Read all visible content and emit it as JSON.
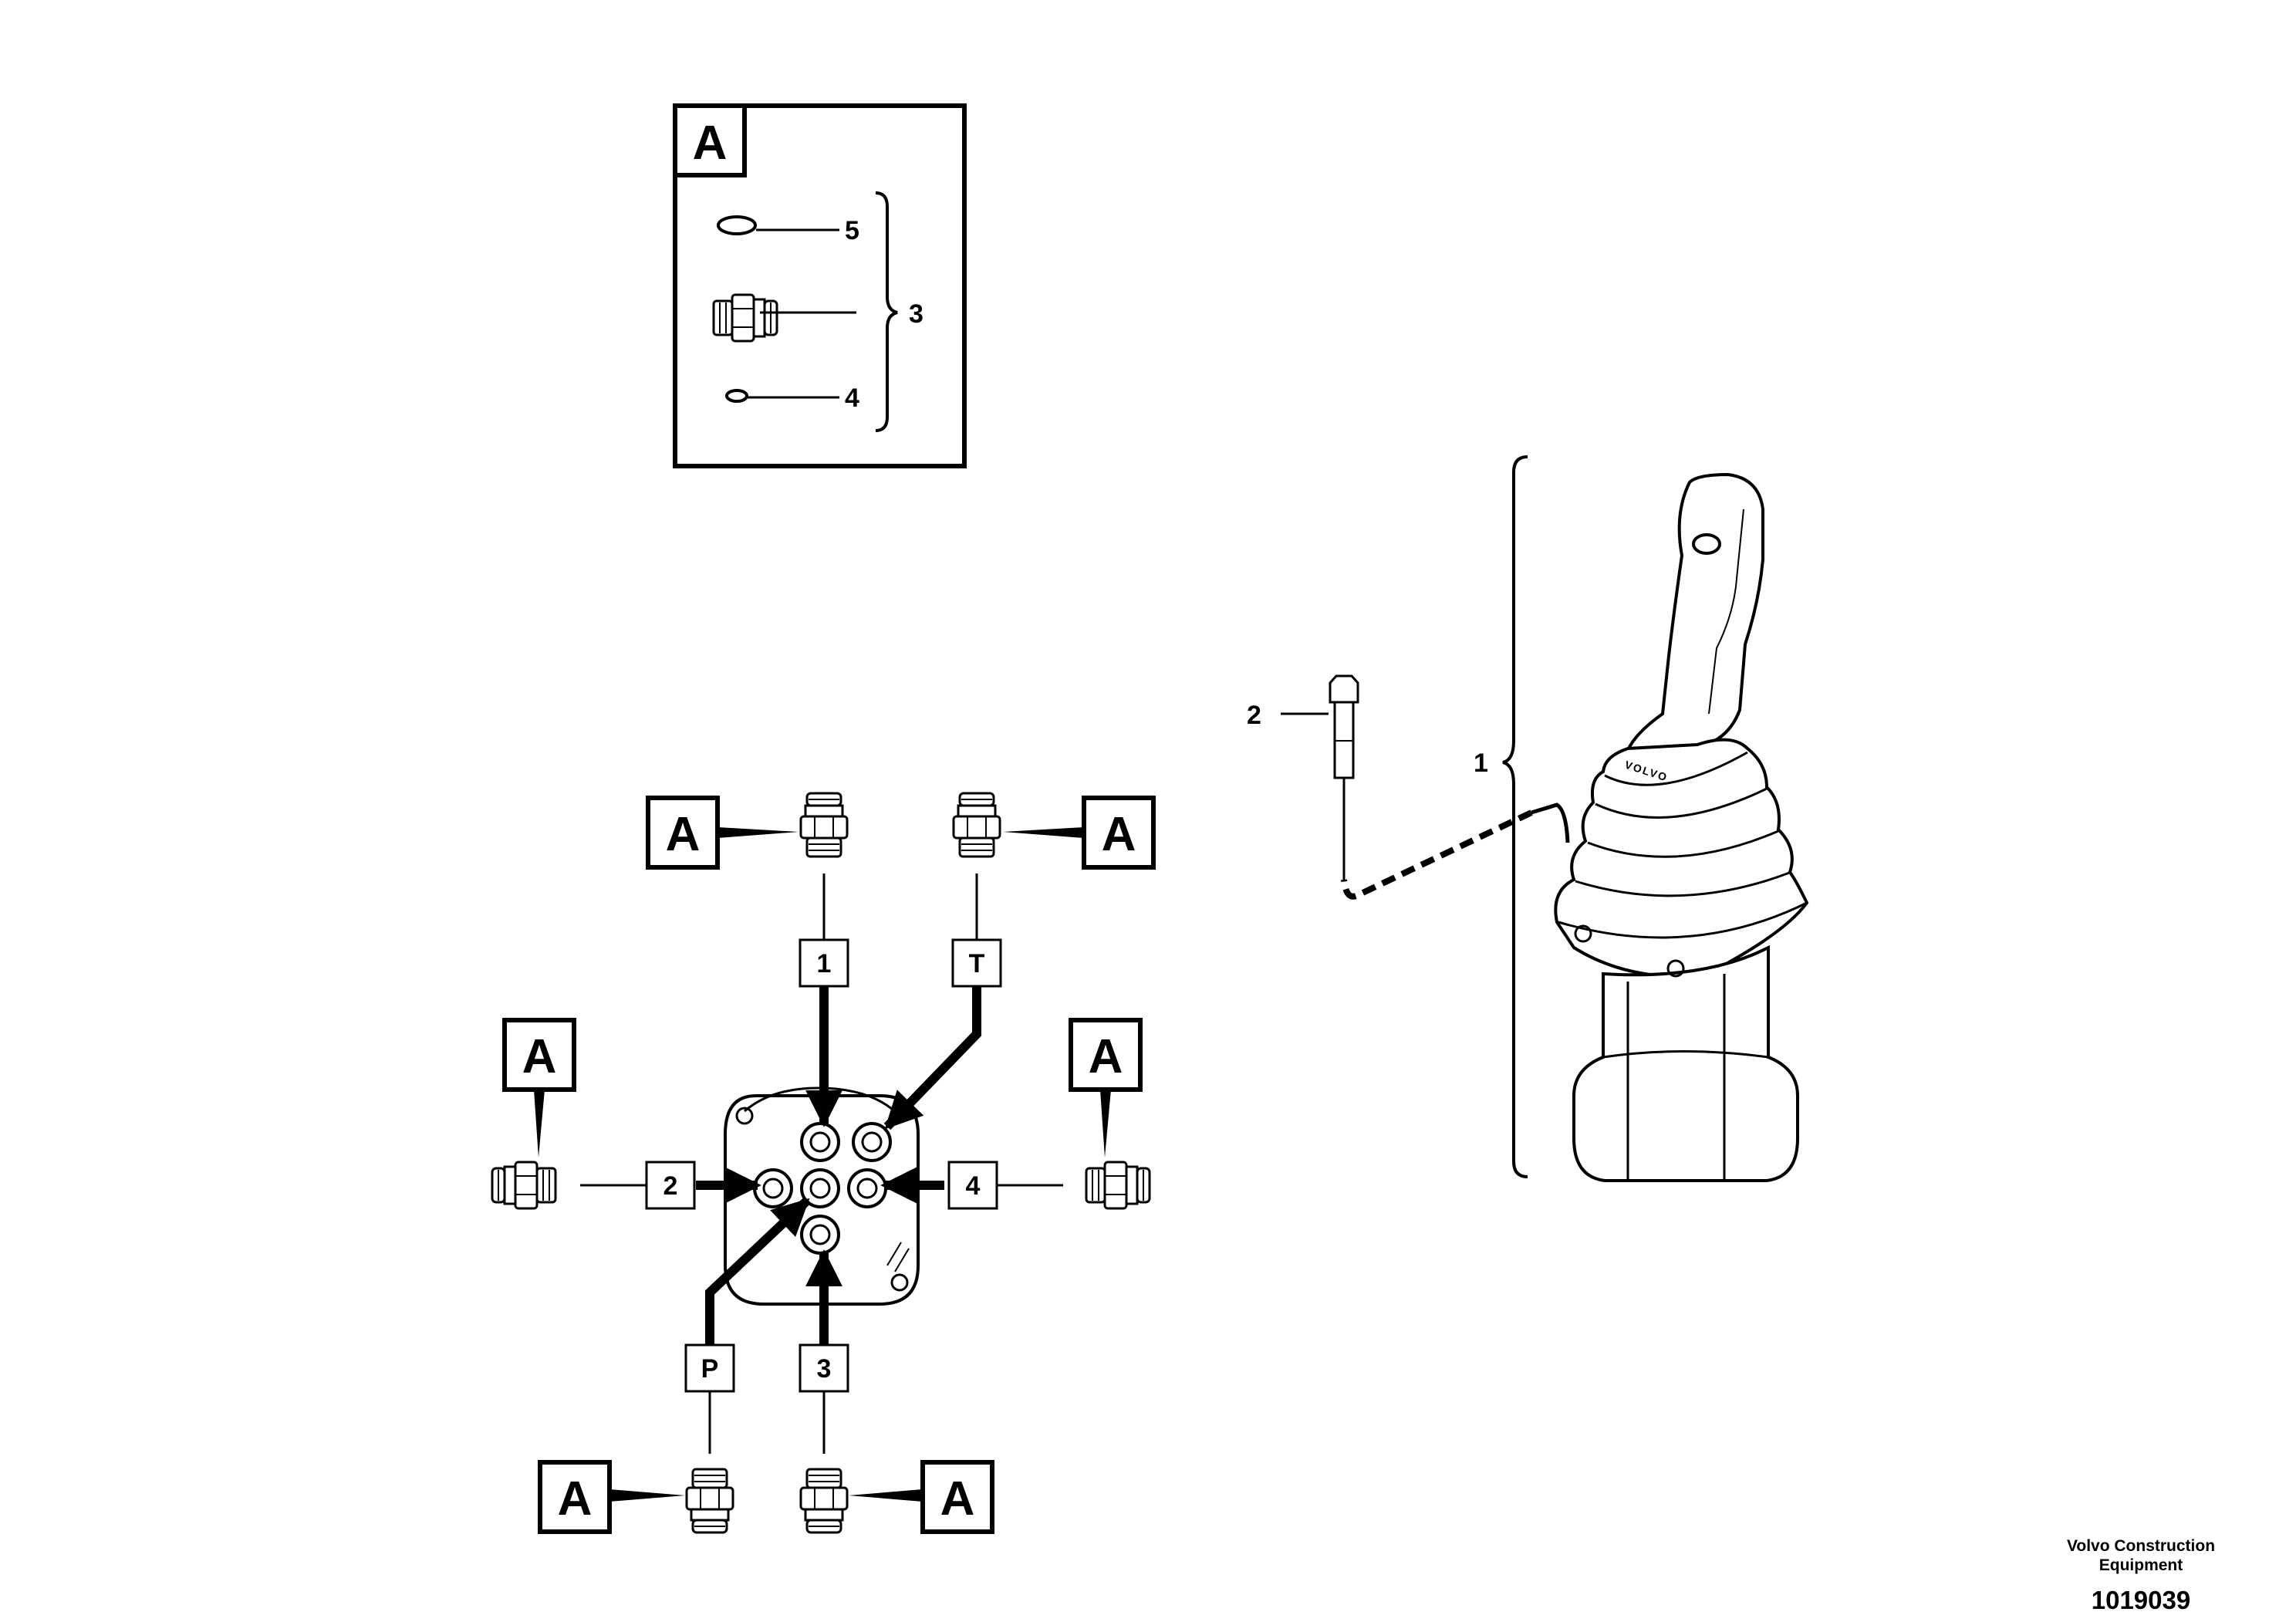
{
  "detail_box": {
    "title": "A",
    "callouts": [
      "5",
      "3",
      "4"
    ]
  },
  "connector_callout_label": "A",
  "ports": [
    "1",
    "T",
    "2",
    "4",
    "P",
    "3"
  ],
  "joystick": {
    "callout_handle": "1",
    "callout_bolt": "2",
    "brand_text": "VOLVO"
  },
  "footer": {
    "company_line1": "Volvo Construction",
    "company_line2": "Equipment",
    "drawing_number": "1019039"
  }
}
